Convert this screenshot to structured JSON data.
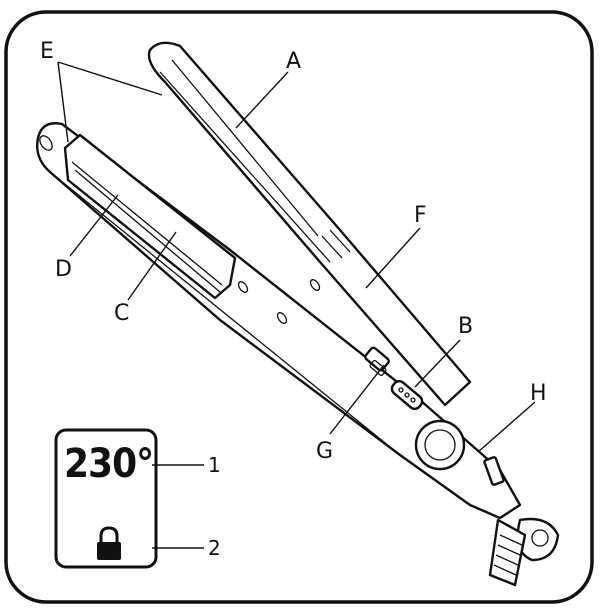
{
  "labels": {
    "A": "A",
    "B": "B",
    "C": "C",
    "D": "D",
    "E": "E",
    "F": "F",
    "G": "G",
    "H": "H"
  },
  "display": {
    "temperature": "230°",
    "callout_1": "1",
    "callout_2": "2",
    "lock_icon": "lock-icon"
  }
}
